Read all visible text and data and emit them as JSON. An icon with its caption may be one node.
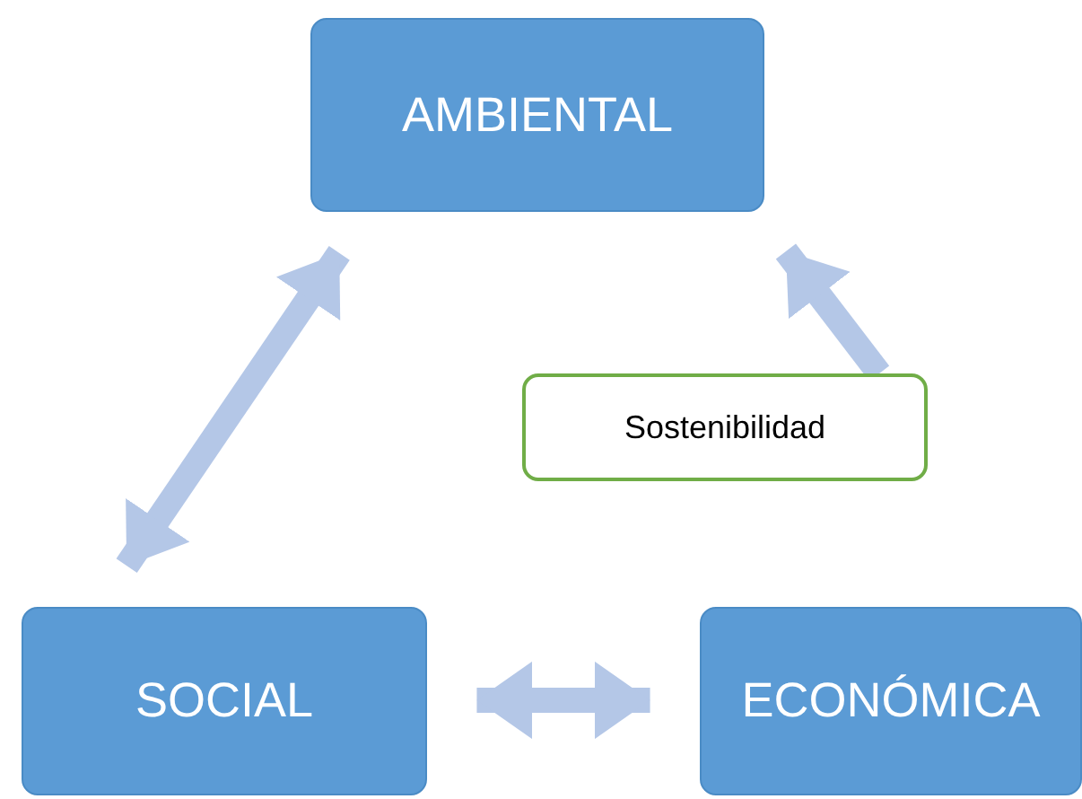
{
  "diagram": {
    "nodes": [
      {
        "text": [
          "AMBIENTAL"
        ]
      },
      {
        "text": [
          "SOCIAL"
        ]
      },
      {
        "text": [
          "ECONÓMICA"
        ]
      },
      {
        "text": [
          "Sostenibilidad"
        ]
      }
    ],
    "edges": [
      {
        "from": 0,
        "to": 1,
        "arrow": "both"
      },
      {
        "from": 1,
        "to": 2,
        "arrow": "both"
      },
      {
        "from": 3,
        "to": 0,
        "arrow": "to"
      }
    ]
  }
}
